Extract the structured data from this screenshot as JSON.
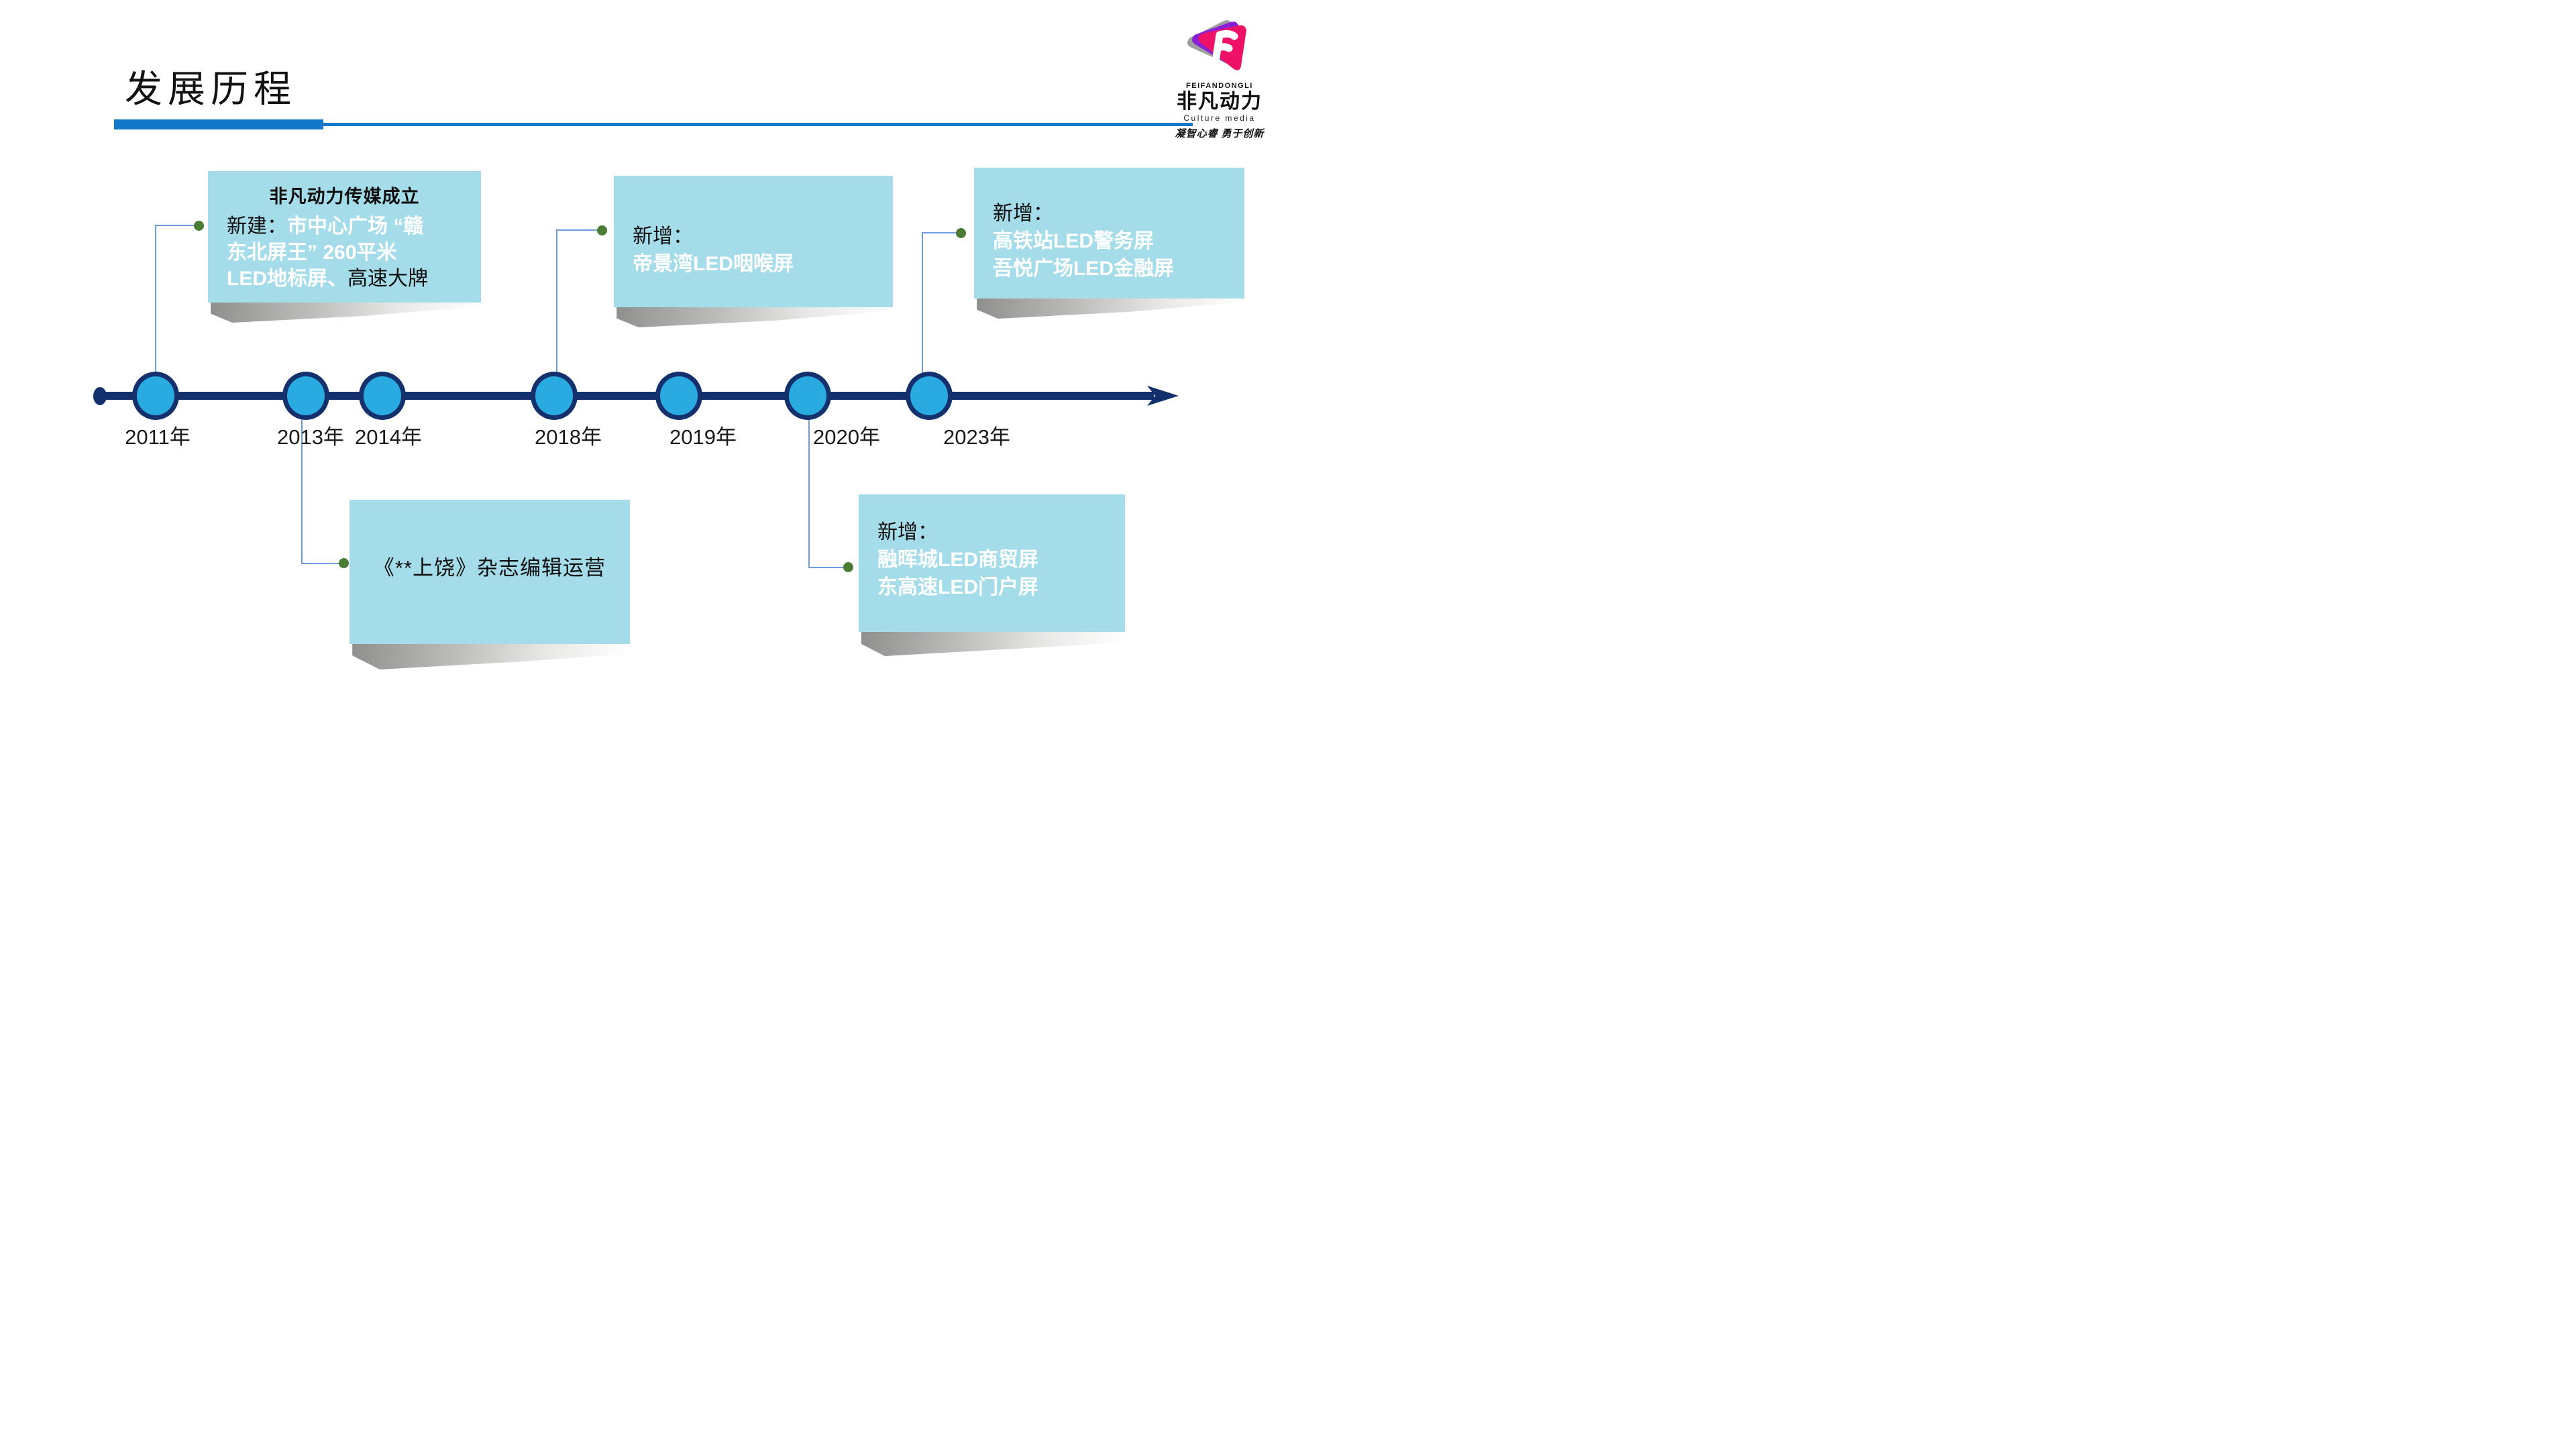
{
  "slide": {
    "title": "发展历程",
    "accent_color": "#1478c8"
  },
  "logo": {
    "brand_en": "FEIFANDONGLI",
    "brand_cn": "非凡动力",
    "subtitle": "Culture media",
    "slogan": "凝智心睿 勇于创新",
    "mark_colors": {
      "pink": "#ee1166",
      "purple": "#8a1fd8",
      "gray": "#9e9e9e"
    }
  },
  "timeline": {
    "line_color": "#12306b",
    "node_fill": "#29abe2",
    "node_border": "#14316d",
    "connector_color": "#6f9bd8",
    "marker_color": "#4a7d33",
    "box_color": "#a5dce9",
    "years": [
      {
        "label": "2011年"
      },
      {
        "label": "2013年"
      },
      {
        "label": "2014年"
      },
      {
        "label": "2018年"
      },
      {
        "label": "2019年"
      },
      {
        "label": "2020年"
      },
      {
        "label": "2023年"
      }
    ]
  },
  "events": {
    "e2011": {
      "title": "非凡动力传媒成立",
      "prefix": "新建：",
      "line1_white": "市中心广场 “赣",
      "line2_white": "东北屏王” 260平米",
      "line3_white": "LED地标屏、",
      "line3_black": "高速大牌"
    },
    "e2013": {
      "text": "《**上饶》杂志编辑运营"
    },
    "e2018": {
      "prefix": "新增：",
      "line1": "帝景湾LED咽喉屏"
    },
    "e2020": {
      "prefix": "新增：",
      "line1": "融晖城LED商贸屏",
      "line2": "东高速LED门户屏"
    },
    "e2023": {
      "prefix": "新增：",
      "line1": "高铁站LED警务屏",
      "line2": "吾悦广场LED金融屏"
    }
  }
}
